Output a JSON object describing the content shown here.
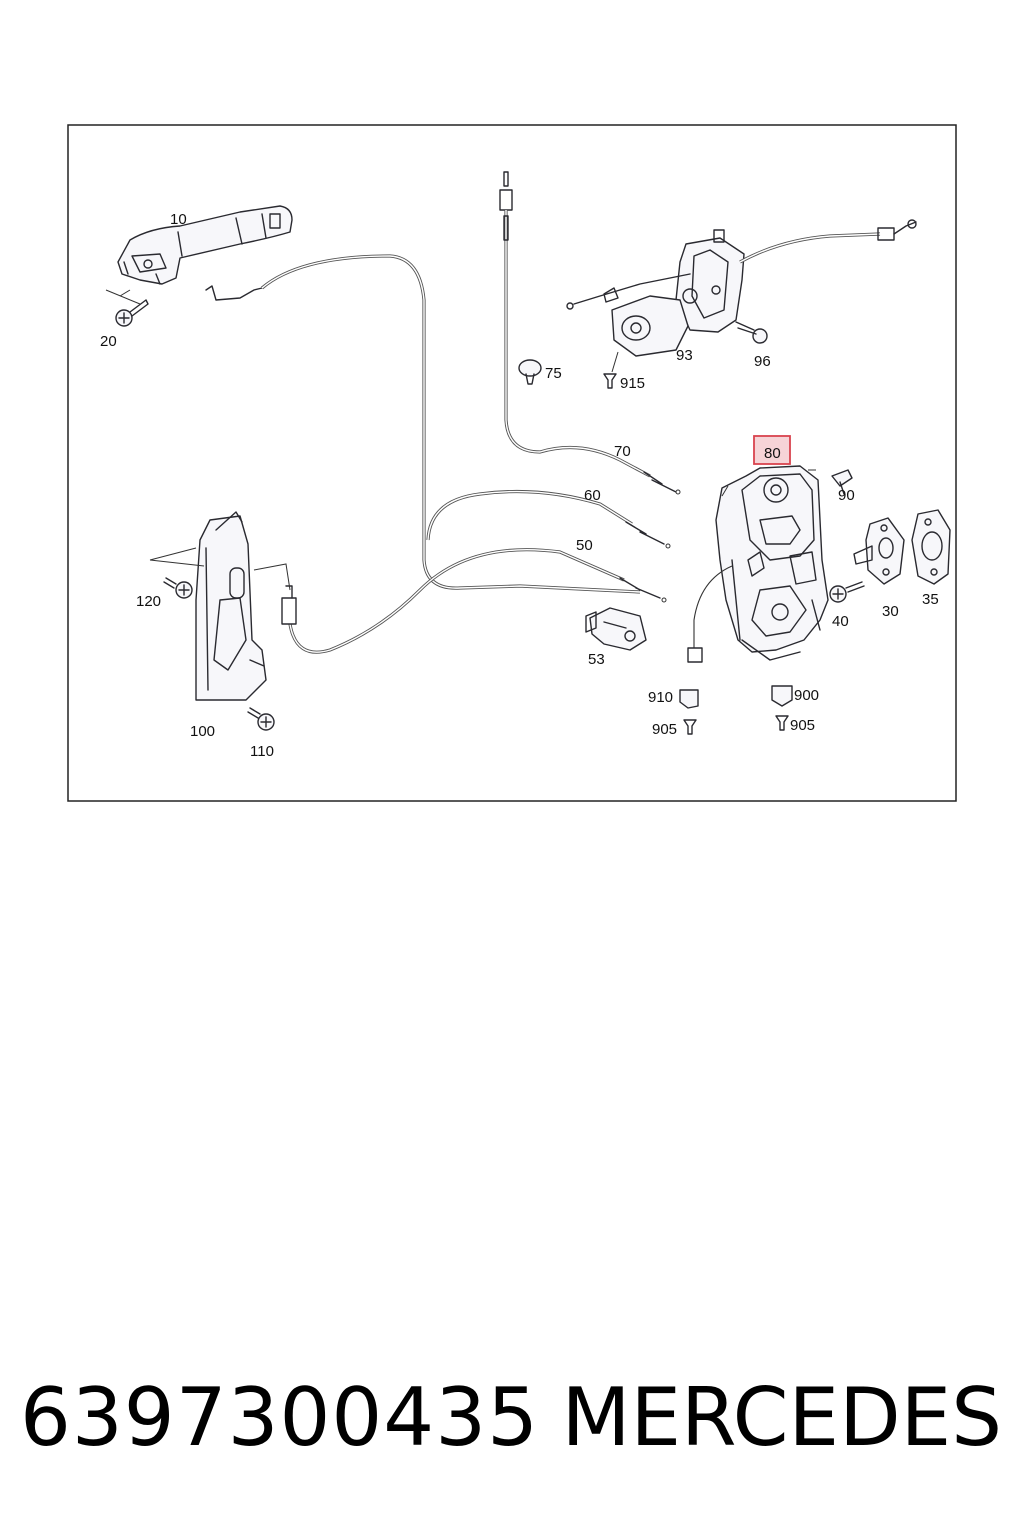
{
  "diagram": {
    "labels": {
      "p10": "10",
      "p20": "20",
      "p30": "30",
      "p35": "35",
      "p40": "40",
      "p50": "50",
      "p53": "53",
      "p60": "60",
      "p70": "70",
      "p75": "75",
      "p80": "80",
      "p90": "90",
      "p93": "93",
      "p96": "96",
      "p100": "100",
      "p110": "110",
      "p120": "120",
      "p900": "900",
      "p905a": "905",
      "p905b": "905",
      "p910": "910",
      "p915": "915"
    },
    "highlight_color": "#d9434e",
    "highlight_fill": "#f6d4d7"
  },
  "footer": {
    "part_number": "6397300435",
    "brand": "MERCEDES"
  }
}
